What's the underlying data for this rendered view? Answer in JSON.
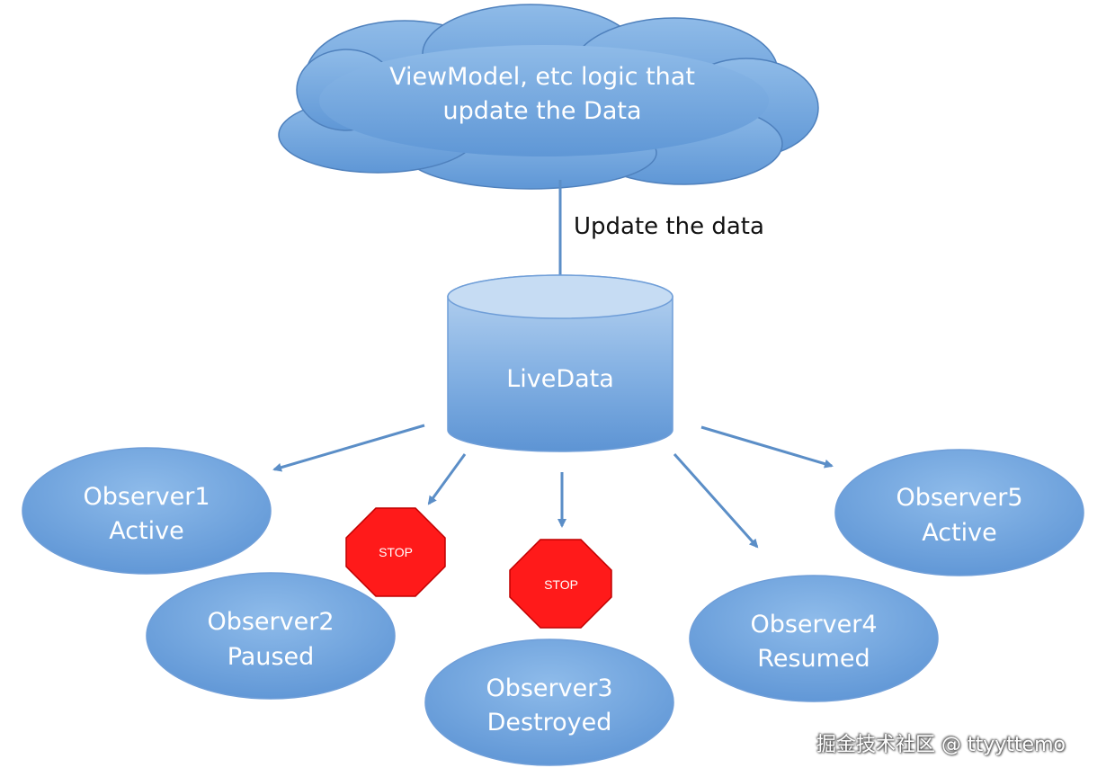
{
  "colors": {
    "node_fill": "#6aa0dc",
    "node_stroke": "#4f81bd",
    "arrow": "#5b8ec7",
    "stop_fill": "#ff1a1a",
    "stop_stroke": "#c00000"
  },
  "source": {
    "line1": "ViewModel, etc logic that",
    "line2": "update the Data"
  },
  "edge_label": "Update the data",
  "store": {
    "label": "LiveData"
  },
  "observers": [
    {
      "name": "Observer1",
      "state": "Active"
    },
    {
      "name": "Observer2",
      "state": "Paused"
    },
    {
      "name": "Observer3",
      "state": "Destroyed"
    },
    {
      "name": "Observer4",
      "state": "Resumed"
    },
    {
      "name": "Observer5",
      "state": "Active"
    }
  ],
  "stop_signs": [
    {
      "label": "STOP"
    },
    {
      "label": "STOP"
    }
  ],
  "watermark": "掘金技术社区 @ ttyyttemo"
}
